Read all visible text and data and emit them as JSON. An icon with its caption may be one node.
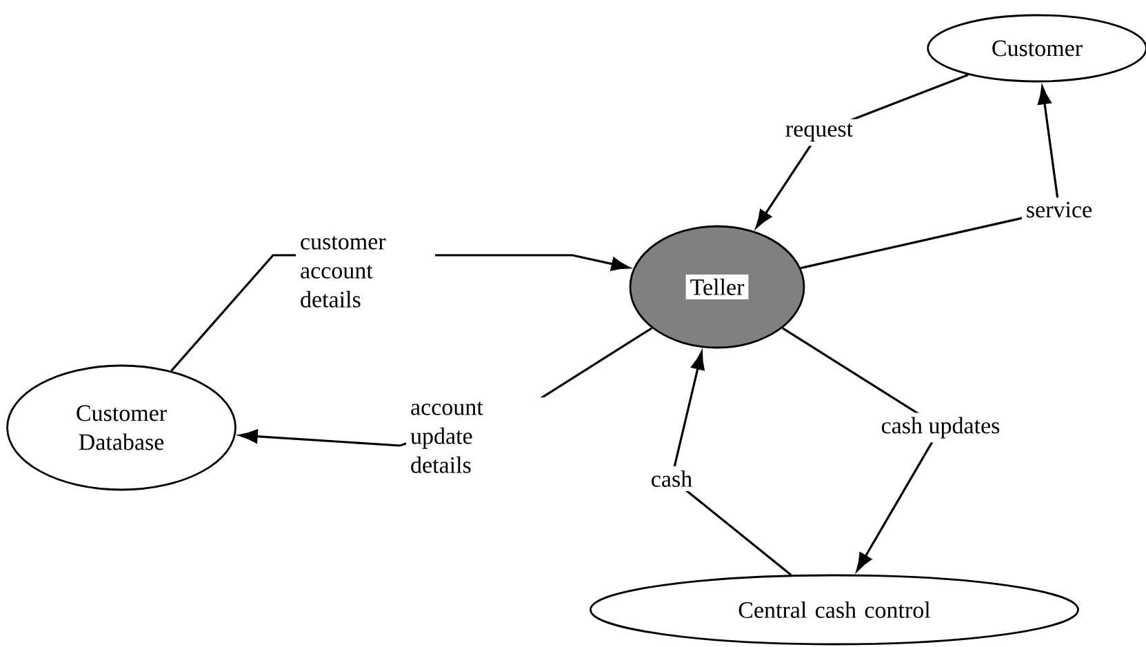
{
  "diagram": {
    "nodes": [
      {
        "text": [
          "Customer"
        ]
      },
      {
        "text": [
          "Teller"
        ]
      },
      {
        "text": [
          "Customer Database"
        ]
      },
      {
        "text": [
          "Central cash control"
        ]
      }
    ],
    "edges": [
      {
        "from": 0,
        "to": 1,
        "arrow": "to",
        "label": "request"
      },
      {
        "from": 1,
        "to": 0,
        "arrow": "to",
        "label": "service"
      },
      {
        "from": 2,
        "to": 1,
        "arrow": "to",
        "label": "customer account details"
      },
      {
        "from": 1,
        "to": 2,
        "arrow": "to",
        "label": "account update details"
      },
      {
        "from": 3,
        "to": 1,
        "arrow": "to",
        "label": "cash"
      },
      {
        "from": 1,
        "to": 3,
        "arrow": "to",
        "label": "cash updates"
      }
    ]
  }
}
